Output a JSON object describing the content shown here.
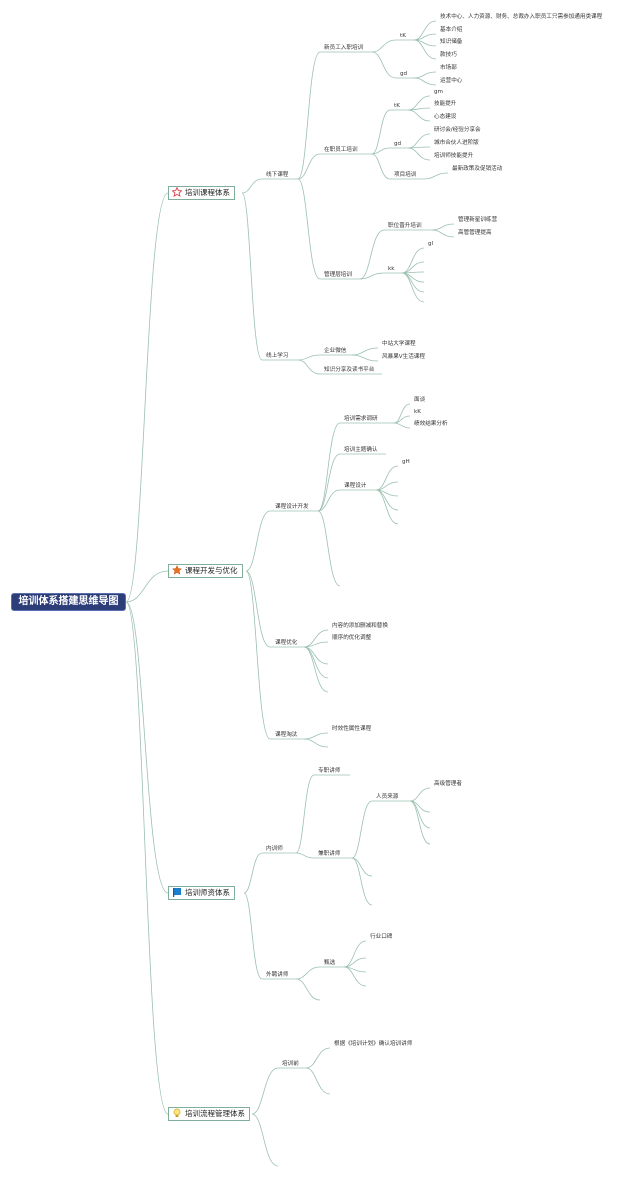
{
  "root": {
    "label": "培训体系搭建思维导图"
  },
  "branches": [
    {
      "label": "培训课程体系",
      "icon": "star-outline-icon",
      "children": [
        {
          "label": "线下课程",
          "children": [
            {
              "label": "新员工入职培训",
              "children": [
                {
                  "label": "tK",
                  "children": [
                    "技术中心、人力资源、财务、总裁办入职员工只需参加通用类课程",
                    "基本介绍",
                    "知识储备",
                    "款技巧"
                  ]
                },
                {
                  "label": "gd",
                  "children": [
                    "市场部",
                    "运营中心"
                  ]
                }
              ]
            },
            {
              "label": "在职员工培训",
              "children": [
                {
                  "label": "tK",
                  "children": [
                    "gm",
                    "技能提升",
                    "心态建设"
                  ]
                },
                {
                  "label": "gd",
                  "children": [
                    "研讨会/经验分享会",
                    "城市合伙人进阶版",
                    "培训师技能提升"
                  ]
                },
                {
                  "label": "项目培训",
                  "children": [
                    "最新政策及促销活动"
                  ]
                }
              ]
            },
            {
              "label": "管理层培训",
              "children": [
                {
                  "label": "职位晋升培训",
                  "children": [
                    "管理新星训练营",
                    "高管管理提高"
                  ]
                },
                {
                  "label": "kk",
                  "children": [
                    "gl",
                    "",
                    "",
                    "",
                    "",
                    ""
                  ]
                }
              ]
            }
          ]
        },
        {
          "label": "线上学习",
          "children": [
            {
              "label": "企业微信",
              "children": [
                "中站大学课程",
                "风暴果V生活课程"
              ]
            },
            {
              "label": "知识分享及读书平台",
              "children": []
            }
          ]
        }
      ]
    },
    {
      "label": "课程开发与优化",
      "icon": "star-filled-icon",
      "children": [
        {
          "label": "课程设计开发",
          "children": [
            {
              "label": "培训需求调研",
              "children": [
                "面谈",
                "kK",
                "绩效结果分析"
              ]
            },
            {
              "label": "培训主题确认",
              "children": []
            },
            {
              "label": "课程设计",
              "children": [
                "gH",
                "",
                "",
                "",
                ""
              ]
            },
            {
              "label": "",
              "children": []
            }
          ]
        },
        {
          "label": "课程优化",
          "children": [
            {
              "label": "内容的添加删减和替换",
              "children": []
            },
            {
              "label": "顺序的优化调整",
              "children": []
            },
            {
              "label": "",
              "children": []
            },
            {
              "label": "",
              "children": []
            },
            {
              "label": "",
              "children": []
            }
          ]
        },
        {
          "label": "课程淘汰",
          "children": [
            {
              "label": "时效性属性课程",
              "children": []
            },
            {
              "label": "",
              "children": []
            }
          ]
        }
      ]
    },
    {
      "label": "培训师资体系",
      "icon": "flag-icon",
      "children": [
        {
          "label": "内训师",
          "children": [
            {
              "label": "专职讲师",
              "children": []
            },
            {
              "label": "兼职讲师",
              "children": [
                {
                  "label": "人员来源",
                  "children": [
                    "高级管理者",
                    "",
                    "",
                    ""
                  ]
                },
                {
                  "label": "",
                  "children": []
                },
                {
                  "label": "",
                  "children": []
                }
              ]
            }
          ]
        },
        {
          "label": "外聘讲师",
          "children": [
            {
              "label": "甄选",
              "children": [
                "行业口碑",
                "",
                "",
                ""
              ]
            },
            {
              "label": "",
              "children": []
            }
          ]
        }
      ]
    },
    {
      "label": "培训流程管理体系",
      "icon": "lightbulb-icon",
      "children": [
        {
          "label": "培训前",
          "children": [
            {
              "label": "根据《培训计划》确认培训讲师",
              "children": []
            },
            {
              "label": "",
              "children": []
            }
          ]
        },
        {
          "label": "",
          "children": []
        }
      ]
    }
  ]
}
